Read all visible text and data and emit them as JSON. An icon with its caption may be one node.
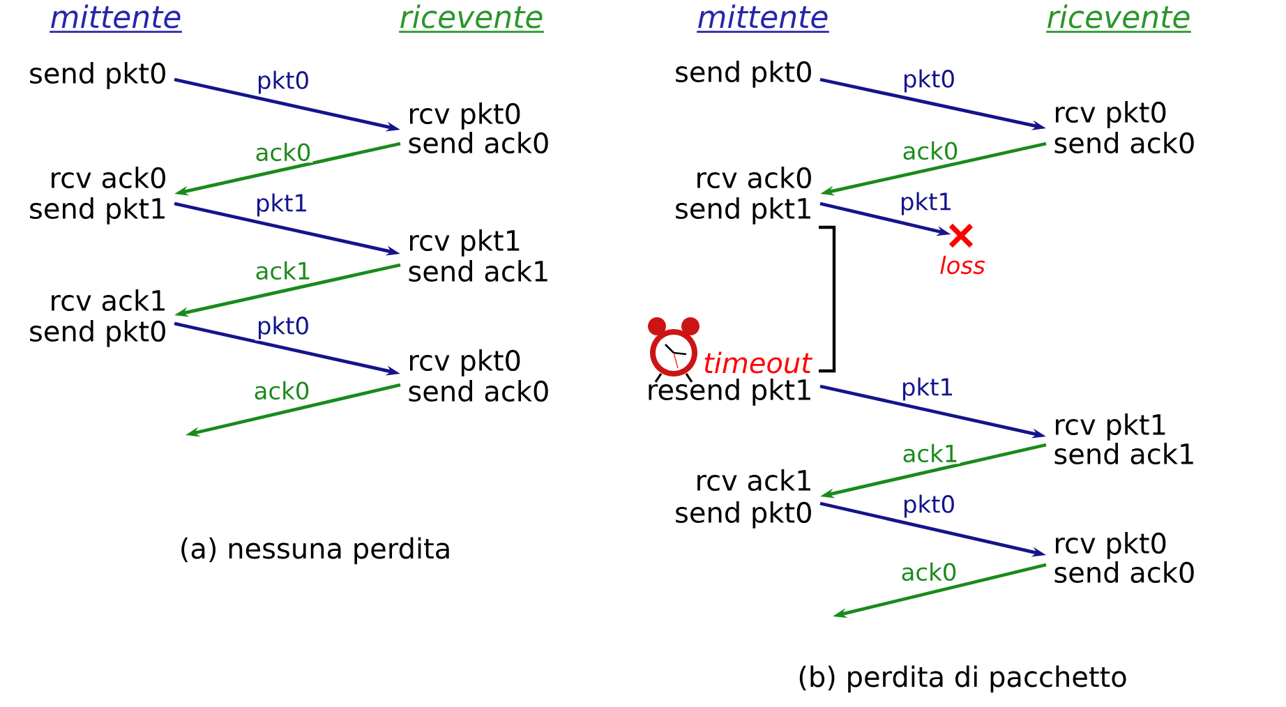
{
  "diagram": {
    "nodes": [
      {
        "text": [
          "send pkt0"
        ]
      },
      {
        "text": [
          "rcv pkt0"
        ]
      },
      {
        "text": [
          "send ack0"
        ]
      },
      {
        "text": [
          "rcv ack0"
        ]
      },
      {
        "text": [
          "send pkt1"
        ]
      },
      {
        "text": [
          "rcv pkt1"
        ]
      },
      {
        "text": [
          "send ack1"
        ]
      },
      {
        "text": [
          "rcv ack1"
        ]
      },
      {
        "text": [
          "send pkt0"
        ]
      },
      {
        "text": [
          "rcv pkt0"
        ]
      },
      {
        "text": [
          "send ack0"
        ]
      },
      {
        "text": [
          "send pkt0"
        ]
      },
      {
        "text": [
          "rcv pkt0"
        ]
      },
      {
        "text": [
          "send ack0"
        ]
      },
      {
        "text": [
          "rcv ack0"
        ]
      },
      {
        "text": [
          "send pkt1"
        ]
      },
      {
        "text": [],
        "shape": "cross",
        "beside": [
          "loss"
        ]
      },
      {
        "text": [
          "resend pkt1"
        ]
      },
      {
        "text": [
          "rcv pkt1"
        ]
      },
      {
        "text": [
          "send ack1"
        ]
      },
      {
        "text": [
          "rcv ack1"
        ]
      },
      {
        "text": [
          "send pkt0"
        ]
      },
      {
        "text": [
          "rcv pkt0"
        ]
      },
      {
        "text": [
          "send ack0"
        ]
      }
    ],
    "edges": [
      {
        "from": 0,
        "to": 1,
        "arrow": "to",
        "label": "pkt0"
      },
      {
        "from": 2,
        "to": 3,
        "arrow": "to",
        "label": "ack0",
        "color": "#1a8a1a"
      },
      {
        "from": 4,
        "to": 5,
        "arrow": "to",
        "label": "pkt1"
      },
      {
        "from": 6,
        "to": 7,
        "arrow": "to",
        "label": "ack1",
        "color": "#1a8a1a"
      },
      {
        "from": 8,
        "to": 9,
        "arrow": "to",
        "label": "pkt0"
      },
      {
        "from": 10,
        "to": null,
        "arrow": "to",
        "label": "ack0",
        "color": "#1a8a1a"
      },
      {
        "from": 11,
        "to": 12,
        "arrow": "to",
        "label": "pkt0"
      },
      {
        "from": 13,
        "to": 14,
        "arrow": "to",
        "label": "ack0",
        "color": "#1a8a1a"
      },
      {
        "from": 15,
        "to": 16,
        "arrow": "to",
        "label": "pkt1"
      },
      {
        "from": 17,
        "to": 18,
        "arrow": "to",
        "label": "pkt1"
      },
      {
        "from": 19,
        "to": 20,
        "arrow": "to",
        "label": "ack1",
        "color": "#1a8a1a"
      },
      {
        "from": 21,
        "to": 22,
        "arrow": "to",
        "label": "pkt0"
      },
      {
        "from": 23,
        "to": null,
        "arrow": "to",
        "label": "ack0",
        "color": "#1a8a1a"
      }
    ],
    "labels": [
      "mittente",
      "ricevente",
      "mittente",
      "ricevente",
      "timeout",
      "(a) nessuna perdita",
      "(b) perdita di pacchetto"
    ]
  }
}
